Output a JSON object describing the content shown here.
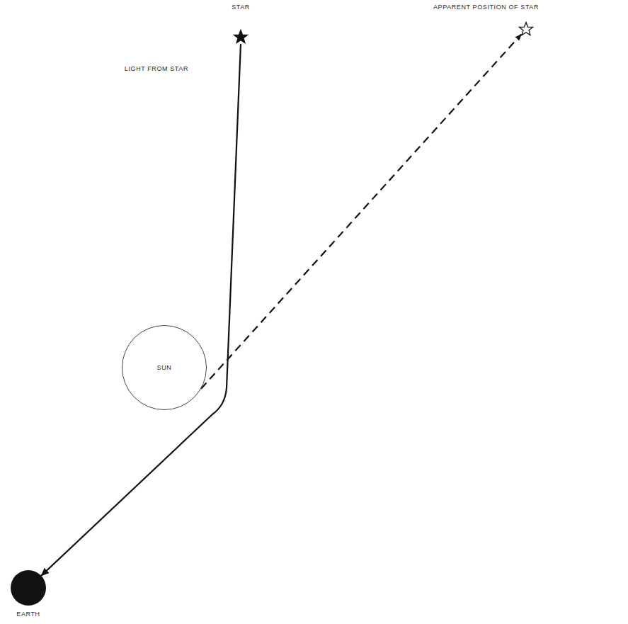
{
  "diagram": {
    "nodes": [
      {
        "text": [
          "STAR"
        ]
      },
      {
        "text": [
          "APPARENT POSITION OF STAR"
        ]
      },
      {
        "text": [
          "SUN"
        ]
      },
      {
        "text": [
          "EARTH"
        ]
      }
    ],
    "edges": [
      {
        "from": 0,
        "to": 3,
        "arrow": "to",
        "label": "LIGHT FROM STAR"
      },
      {
        "from": 2,
        "to": 1,
        "arrow": "to"
      }
    ]
  }
}
